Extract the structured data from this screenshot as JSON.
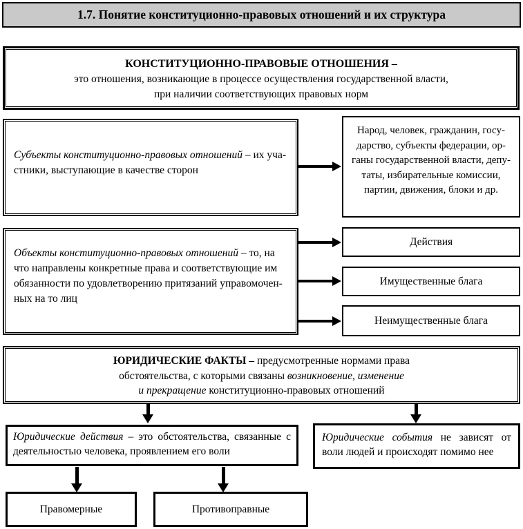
{
  "header": {
    "title": "1.7. Понятие конституционно-правовых отношений и их структура"
  },
  "definition": {
    "title": "КОНСТИТУЦИОННО-ПРАВОВЫЕ ОТНОШЕНИЯ –",
    "line1": "это отношения, возникающие в процессе осуществления государственной власти,",
    "line2": "при наличии соответствующих правовых норм"
  },
  "subjects": {
    "term": "Субъекты конституционно-правовых отношений",
    "rest_line1": " – их уча-",
    "rest_line2": "стники, выступающие в качестве сторон",
    "examples": {
      "line1": "Народ, человек, гражданин, госу-",
      "line2": "дарство, субъекты федерации, ор-",
      "line3": "ганы государственной власти, депу-",
      "line4": "таты, избирательные комиссии,",
      "line5": "партии, движения, блоки и др."
    }
  },
  "objects": {
    "term": "Объекты конституционно-правовых отношений",
    "rest_line1": " – то, на",
    "line2": "что направлены конкретные права и соответствующие им",
    "line3": "обязанности по удовлетворению притязаний управомочен-",
    "line4": "ных на то лиц",
    "target1": "Действия",
    "target2": "Имущественные блага",
    "target3": "Неимущественные блага"
  },
  "facts": {
    "title": "ЮРИДИЧЕСКИЕ ФАКТЫ –",
    "line1_rest": " предусмотренные нормами права",
    "line2_plain": "обстоятельства, с которыми связаны ",
    "line2_italic": "возникновение, изменение",
    "line3_italic": "и прекращение",
    "line3_plain": " конституционно-правовых отношений"
  },
  "legal_actions": {
    "term": "Юридические действия",
    "rest": " – это обстоятельства, связанные с деятельностью человека, проявлением его воли",
    "child1": "Правомерные",
    "child2": "Противоправные"
  },
  "legal_events": {
    "term": "Юридические события",
    "rest": " не зависят от воли людей и происходят помимо нее"
  },
  "colors": {
    "header_bg": "#c9c9c9",
    "border": "#000000",
    "background": "#ffffff"
  }
}
